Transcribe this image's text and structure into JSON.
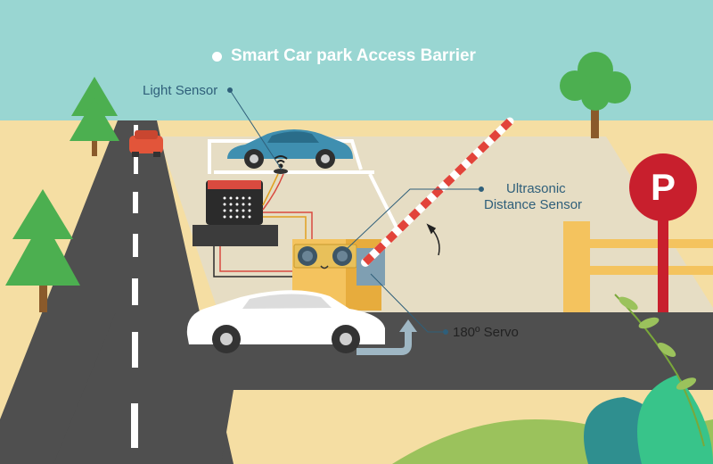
{
  "title": "Smart Car park Access Barrier",
  "labels": {
    "light_sensor": "Light Sensor",
    "ultrasonic_line1": "Ultrasonic",
    "ultrasonic_line2": "Distance Sensor",
    "servo": "180º Servo",
    "parking_sign": "P"
  },
  "colors": {
    "sky": "#99d6d2",
    "ground": "#f5dea3",
    "road": "#4f4f4f",
    "lot": "#e6ddc4",
    "barrier_red": "#e2433a",
    "sign_red": "#c81f2d",
    "car_blue": "#3f8fb0",
    "car_orange": "#e2553a",
    "tree_green": "#4caf50",
    "wall_orange": "#f4c35e"
  },
  "icons": [
    "parking-sign-icon",
    "wifi-signal-icon",
    "rotation-arrow-icon",
    "turn-arrow-icon"
  ]
}
